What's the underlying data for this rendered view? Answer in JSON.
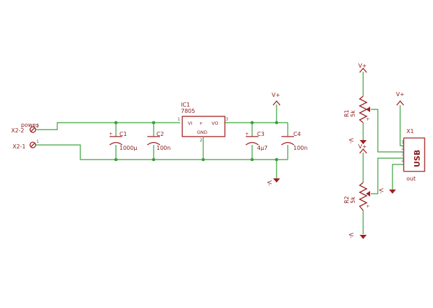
{
  "connector_x2": {
    "name": "powes",
    "pin2": "X2-2",
    "pin1": "X2-1",
    "pin2_no": "2",
    "pin1_no": "1"
  },
  "c1": {
    "name": "C1",
    "value": "1000µ"
  },
  "c2": {
    "name": "C2",
    "value": "100n"
  },
  "c3": {
    "name": "C3",
    "value": "4µ7"
  },
  "c4": {
    "name": "C4",
    "value": "100n"
  },
  "ic1": {
    "name": "IC1",
    "value": "7805",
    "pin_vi": "VI",
    "pin_vo": "VO",
    "pin_gnd": "GND",
    "pin_vi_no": "1",
    "pin_vo_no": "3",
    "pin_gnd_no": "2"
  },
  "supply": {
    "vplus": "V+",
    "vminus": "V-"
  },
  "r1": {
    "name": "R1",
    "value": "5k"
  },
  "r2": {
    "name": "R2",
    "value": "5k"
  },
  "x1": {
    "name": "X1",
    "label": "USB",
    "value": "out",
    "pin1": "1",
    "pin2": "2",
    "pin3": "3",
    "pin4": "4"
  },
  "colors": {
    "wire": "#3aa03a",
    "symbol": "#a02020",
    "label": "#8a1a1a",
    "background": "#ffffff"
  }
}
